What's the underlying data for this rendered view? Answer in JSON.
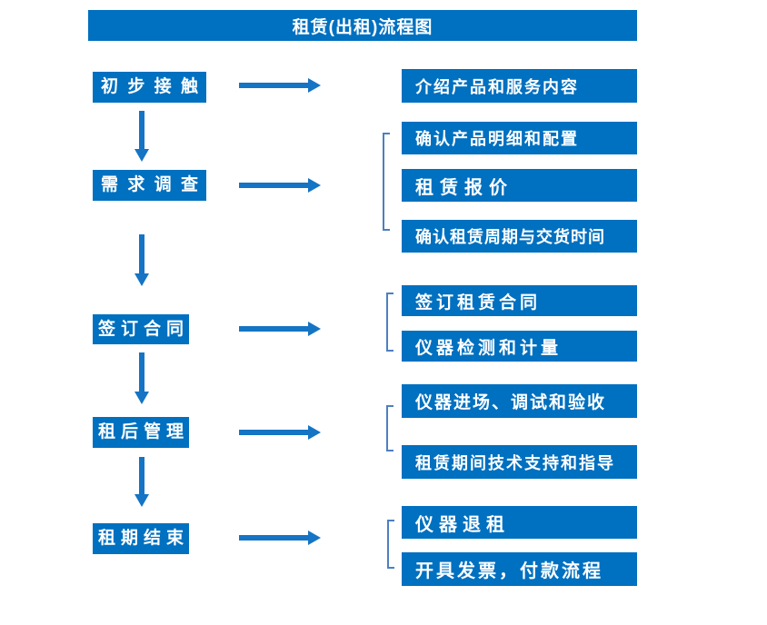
{
  "title": "租赁(出租)流程图",
  "colors": {
    "box_fill": "#0070c0",
    "arrow": "#1574c4",
    "bracket": "#4d7fc0",
    "box_text": "#ffffff",
    "background": "#ffffff"
  },
  "steps": [
    {
      "label": "初步接触",
      "details": [
        "介绍产品和服务内容"
      ]
    },
    {
      "label": "需求调查",
      "details": [
        "确认产品明细和配置",
        "租赁报价",
        "确认租赁周期与交货时间"
      ]
    },
    {
      "label": "签订合同",
      "details": [
        "签订租赁合同",
        "仪器检测和计量"
      ]
    },
    {
      "label": "租后管理",
      "details": [
        "仪器进场、调试和验收",
        "租赁期间技术支持和指导"
      ]
    },
    {
      "label": "租期结束",
      "details": [
        "仪器退租",
        "开具发票，付款流程"
      ]
    }
  ]
}
